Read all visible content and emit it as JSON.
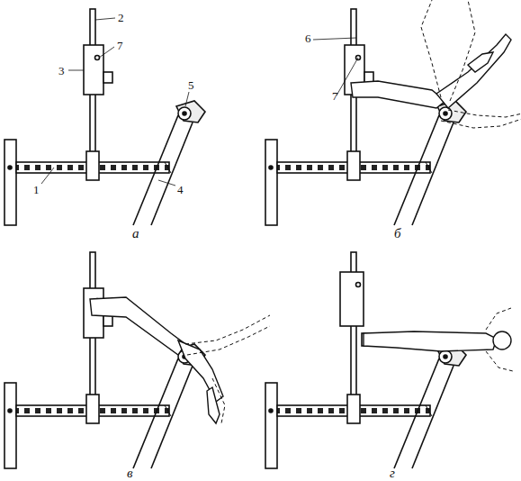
{
  "diagram": {
    "labels": [
      "2",
      "7",
      "3",
      "5",
      "1",
      "4",
      "а",
      "6",
      "7",
      "б",
      "в",
      "г"
    ]
  }
}
